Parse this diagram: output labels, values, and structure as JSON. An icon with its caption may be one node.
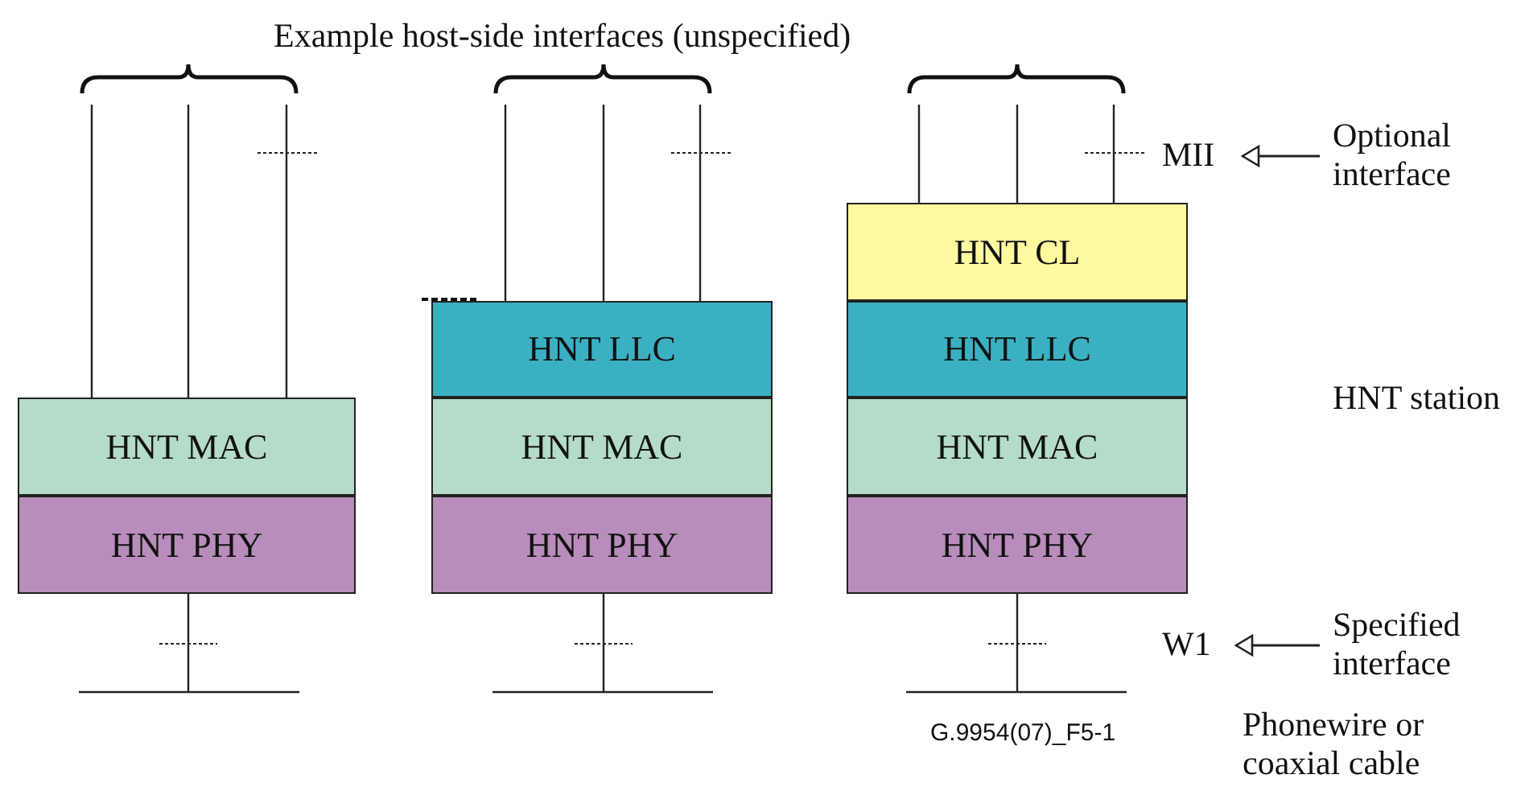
{
  "diagram": {
    "title": "Example host-side interfaces (unspecified)",
    "nodes": [
      {
        "text": [
          "HNT MAC"
        ]
      },
      {
        "text": [
          "HNT PHY"
        ]
      },
      {
        "text": [
          "HNT LLC"
        ]
      },
      {
        "text": [
          "HNT MAC"
        ]
      },
      {
        "text": [
          "HNT PHY"
        ]
      },
      {
        "text": [
          "HNT CL"
        ]
      },
      {
        "text": [
          "HNT LLC"
        ]
      },
      {
        "text": [
          "HNT MAC"
        ]
      },
      {
        "text": [
          "HNT PHY"
        ]
      },
      {
        "text": [
          "MII"
        ]
      },
      {
        "text": [
          "Optional interface"
        ]
      },
      {
        "text": [
          "W1"
        ]
      },
      {
        "text": [
          "Specified interface"
        ]
      }
    ],
    "edges": [
      {
        "from": 10,
        "to": 9,
        "arrow": "to"
      },
      {
        "from": 12,
        "to": 11,
        "arrow": "to"
      }
    ],
    "labels": [
      "HNT station",
      "G.9954(07)_F5-1",
      "Phonewire or coaxial cable"
    ]
  }
}
